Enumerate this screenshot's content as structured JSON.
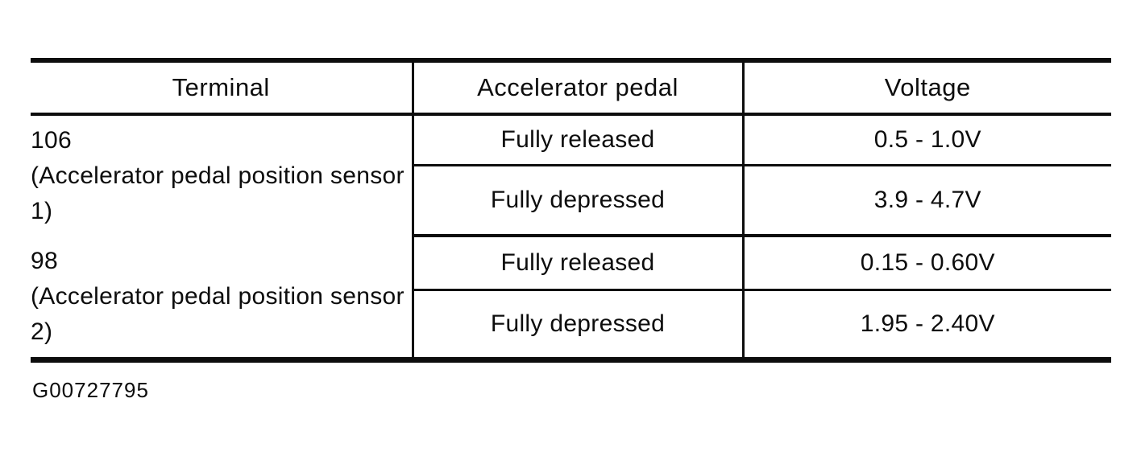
{
  "page": {
    "background": "#ffffff",
    "ink_color": "#0d0d0d"
  },
  "table": {
    "headers": [
      "Terminal",
      "Accelerator pedal",
      "Voltage"
    ],
    "groups": [
      {
        "terminal_id": "106",
        "terminal_desc": "(Accelerator pedal position sensor 1)",
        "rows": [
          {
            "pedal": "Fully released",
            "voltage": "0.5 - 1.0V"
          },
          {
            "pedal": "Fully depressed",
            "voltage": "3.9 - 4.7V"
          }
        ]
      },
      {
        "terminal_id": "98",
        "terminal_desc": "(Accelerator pedal position sensor 2)",
        "rows": [
          {
            "pedal": "Fully released",
            "voltage": "0.15 - 0.60V"
          },
          {
            "pedal": "Fully depressed",
            "voltage": "1.95 - 2.40V"
          }
        ]
      }
    ]
  },
  "caption": "G00727795"
}
